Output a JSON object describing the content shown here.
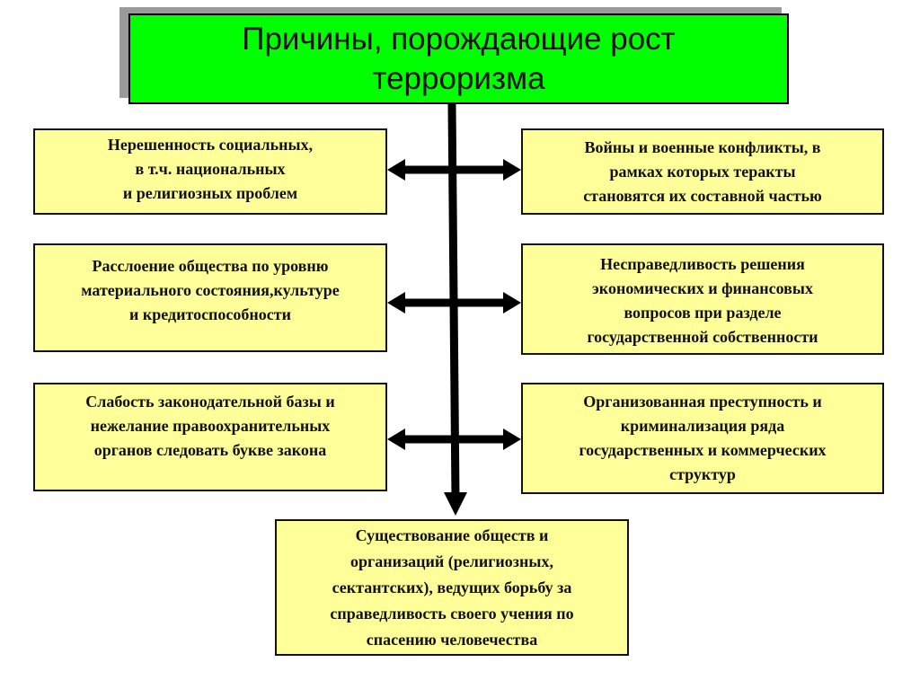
{
  "title": "Причины, порождающие рост терроризма",
  "causes": {
    "left_1": "Нерешенность  социальных,\nв т.ч. национальных\nи религиозных проблем",
    "right_1": "Войны и военные конфликты, в\nрамках которых теракты\nстановятся их составной частью",
    "left_2": "Расслоение общества по уровню\nматериального состояния,культуре\nи кредитоспособности",
    "right_2": "Несправедливость решения\nэкономических и финансовых\nвопросов при разделе\nгосударственной собственности",
    "left_3": "Слабость законодательной базы и\nнежелание правоохранительных\nорганов следовать букве закона",
    "right_3": "Организованная преступность и\nкриминализация ряда\nгосударственных и коммерческих\nструктур",
    "bottom": "Существование обществ и\nорганизаций (религиозных,\nсектантских), ведущих борьбу за\nсправедливость своего учения по\nспасению человечества"
  },
  "colors": {
    "title_bg": "#00ff00",
    "box_bg": "#ffff99",
    "line": "#000000"
  }
}
